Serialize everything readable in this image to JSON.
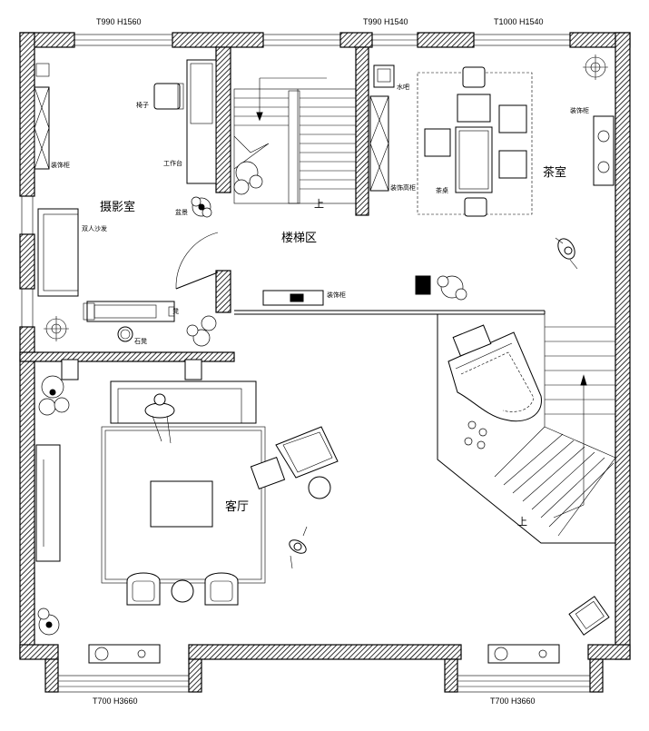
{
  "dimensions": {
    "top_left": "T990  H1560",
    "top_mid": "T990  H1540",
    "top_right": "T1000  H1540",
    "bottom_left": "T700  H3660",
    "bottom_right": "T700  H3660"
  },
  "rooms": {
    "photo_studio": "摄影室",
    "stair_area": "楼梯区",
    "tea_room": "茶室",
    "living_room": "客厅"
  },
  "furniture_labels": {
    "chair": "椅子",
    "decor_cabinet_left": "装饰柜",
    "work_table": "工作台",
    "double_sofa": "双人沙发",
    "plant_left": "盆景",
    "stool": "凳",
    "round_stool": "石凳",
    "water_bar": "水吧",
    "decor_tall_cabinet": "装饰高柜",
    "tea_table": "茶桌",
    "decor_cabinet_right": "装饰柜",
    "decor_cabinet_mid": "装饰柜"
  },
  "stair_markers": {
    "up_left": "上",
    "up_right": "上"
  }
}
